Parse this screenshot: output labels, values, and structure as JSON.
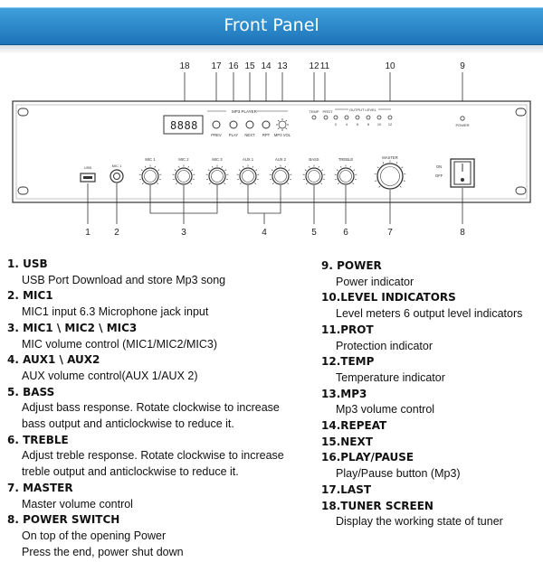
{
  "banner": {
    "title": "Front Panel"
  },
  "panel": {
    "top_callouts": [
      "18",
      "17",
      "16",
      "15",
      "14",
      "13",
      "12",
      "11",
      "10",
      "9"
    ],
    "bottom_callouts": [
      "1",
      "2",
      "3",
      "4",
      "5",
      "6",
      "7",
      "8"
    ],
    "mp3_player_label": "MP3 PLAYER",
    "display_text": "8888",
    "transport_labels": [
      "PREV",
      "PLAY",
      "NEXT",
      "RPT",
      "MP3 VOL"
    ],
    "indicator_labels": [
      "TEMP",
      "PROT"
    ],
    "output_level_label": "OUTPUT LEVEL",
    "output_level_ticks": [
      "0",
      "4",
      "6",
      "8",
      "10",
      "12"
    ],
    "power_label": "POWER",
    "usb_label": "USB",
    "mic_jack_label": "MIC 1",
    "knob_labels": [
      "MIC 1",
      "MIC 2",
      "MIC 3",
      "AUX 1",
      "AUX 2",
      "BASS",
      "TREBLE",
      "MASTER"
    ],
    "switch_on": "ON",
    "switch_off": "OFF"
  },
  "legend_left": [
    {
      "title": "1.  USB",
      "desc": [
        "USB Port Download and store Mp3 song"
      ]
    },
    {
      "title": "2.  MIC1",
      "desc": [
        "MIC1 input 6.3 Microphone jack input"
      ]
    },
    {
      "title": "3.  MIC1 \\ MIC2 \\ MIC3",
      "desc": [
        "MIC volume control (MIC1/MIC2/MIC3)"
      ]
    },
    {
      "title": "4.  AUX1 \\ AUX2",
      "desc": [
        "AUX volume control(AUX 1/AUX 2)"
      ]
    },
    {
      "title": "5.  BASS",
      "desc": [
        "Adjust bass response. Rotate clockwise to increase",
        "bass output and anticlockwise to reduce it."
      ]
    },
    {
      "title": "6.  TREBLE",
      "desc": [
        "Adjust treble response. Rotate clockwise to increase",
        "treble output and anticlockwise to reduce it."
      ]
    },
    {
      "title": "7.  MASTER",
      "desc": [
        "Master volume control"
      ]
    },
    {
      "title": "8.  POWER SWITCH",
      "desc": [
        "On top of the opening Power",
        "Press the end, power shut down"
      ]
    }
  ],
  "legend_right": [
    {
      "title": "9.  POWER",
      "desc": [
        "Power indicator"
      ]
    },
    {
      "title": "10.LEVEL INDICATORS",
      "desc": [
        "Level meters 6 output level indicators"
      ]
    },
    {
      "title": "11.PROT",
      "desc": [
        "Protection indicator"
      ]
    },
    {
      "title": "12.TEMP",
      "desc": [
        "Temperature indicator"
      ]
    },
    {
      "title": "13.MP3",
      "desc": [
        "Mp3 volume control"
      ]
    },
    {
      "title": "14.REPEAT",
      "desc": []
    },
    {
      "title": "15.NEXT",
      "desc": []
    },
    {
      "title": "16.PLAY/PAUSE",
      "desc": [
        "Play/Pause button (Mp3)"
      ]
    },
    {
      "title": "17.LAST",
      "desc": []
    },
    {
      "title": "18.TUNER SCREEN",
      "desc": [
        "Display the working state of tuner"
      ]
    }
  ]
}
